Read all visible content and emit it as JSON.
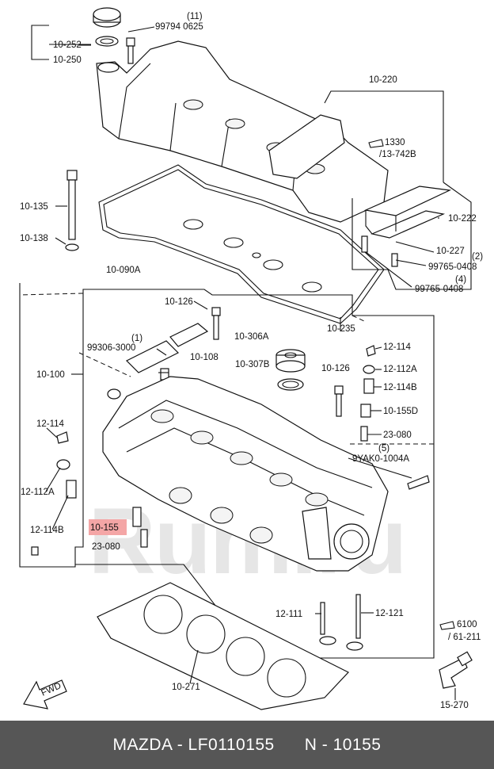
{
  "watermark": "Rum.ru",
  "footer": {
    "brand": "MAZDA",
    "part_number": "LF0110155",
    "ref_number": "N - 10155"
  },
  "labels": {
    "l_11": "(11)",
    "l_99794": "99794 0625",
    "l_10252": "10-252",
    "l_10250": "10-250",
    "l_10220": "10-220",
    "l_1330": "1330",
    "l_13742b": "/13-742B",
    "l_10135": "10-135",
    "l_10138": "10-138",
    "l_10222": "10-222",
    "l_10227": "10-227",
    "l_2": "(2)",
    "l_99765a": "99765-0408",
    "l_4": "(4)",
    "l_99765b": "99765-0408",
    "l_10090a": "10-090A",
    "l_10126a": "10-126",
    "l_10235": "10-235",
    "l_1": "(1)",
    "l_99306": "99306-3000",
    "l_10306a": "10-306A",
    "l_12114a": "12-114",
    "l_10108": "10-108",
    "l_10307b": "10-307B",
    "l_10126b": "10-126",
    "l_12112aa": "12-112A",
    "l_10100": "10-100",
    "l_12114b_a": "12-114B",
    "l_10155d": "10-155D",
    "l_12114b": "12-114",
    "l_23080a": "23-080",
    "l_5": "(5)",
    "l_9yak0": "9YAK0-1004A",
    "l_12112ab": "12-112A",
    "l_12114b_b": "12-114B",
    "l_10155": "10-155",
    "l_23080b": "23-080",
    "l_12111": "12-111",
    "l_12121": "12-121",
    "l_6100": "6100",
    "l_61211": "/ 61-211",
    "l_10271": "10-271",
    "l_15270": "15-270",
    "l_fwd": "FWD"
  },
  "highlight_color": "#f4a6a6",
  "footer_color": "#565656"
}
